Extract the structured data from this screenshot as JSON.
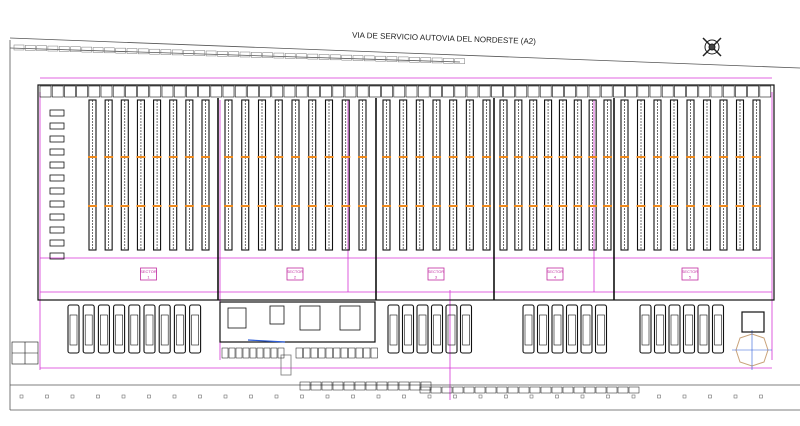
{
  "plan": {
    "road_title": "VIA DE SERVICIO AUTOVIA DEL NORDESTE (A2)",
    "sectors": [
      {
        "label": "SECTOR",
        "number": "1",
        "racks": 8
      },
      {
        "label": "SECTOR",
        "number": "2",
        "racks": 9
      },
      {
        "label": "SECTOR",
        "number": "3",
        "racks": 7
      },
      {
        "label": "SECTOR",
        "number": "4",
        "racks": 8
      },
      {
        "label": "SECTOR",
        "number": "5",
        "racks": 9
      }
    ],
    "icons": {
      "compass": "north-arrow-compass-icon"
    },
    "colors": {
      "lines": "#111111",
      "grid_magenta": "#d633d6",
      "orange_beam": "#f08a1c",
      "blue_annot": "#2a5bd7"
    }
  }
}
